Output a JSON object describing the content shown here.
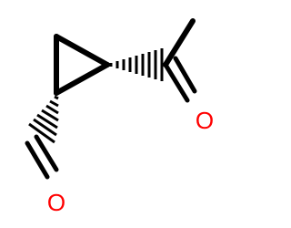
{
  "molecule": {
    "atoms": [
      {
        "id": "o1",
        "symbol": "O",
        "color": "#ff0000"
      },
      {
        "id": "o2",
        "symbol": "O",
        "color": "#ff0000"
      }
    ],
    "bond_color": "#000000"
  }
}
